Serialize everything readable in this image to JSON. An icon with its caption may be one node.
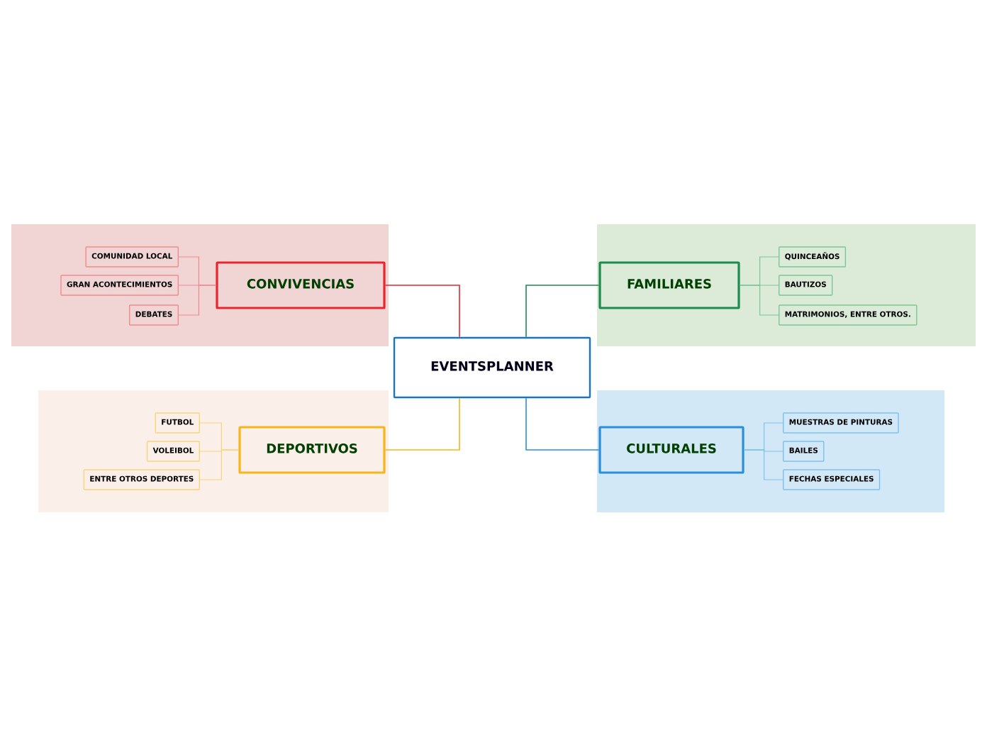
{
  "diagram": {
    "nodes": [
      {
        "text": [
          "EVENTSPLANNER"
        ]
      },
      {
        "text": [],
        "shape": "band"
      },
      {
        "text": [
          "CONVIVENCIAS"
        ],
        "in": 1
      },
      {
        "text": [
          "COMUNIDAD LOCAL"
        ],
        "in": 1
      },
      {
        "text": [
          "GRAN ACONTECIMIENTOS"
        ],
        "in": 1
      },
      {
        "text": [
          "DEBATES"
        ],
        "in": 1
      },
      {
        "text": [],
        "shape": "band"
      },
      {
        "text": [
          "FAMILIARES"
        ],
        "in": 6
      },
      {
        "text": [
          "QUINCEAÑOS"
        ],
        "in": 6
      },
      {
        "text": [
          "BAUTIZOS"
        ],
        "in": 6
      },
      {
        "text": [
          "MATRIMONIOS, ENTRE OTROS."
        ],
        "in": 6
      },
      {
        "text": [],
        "shape": "band"
      },
      {
        "text": [
          "DEPORTIVOS"
        ],
        "in": 11
      },
      {
        "text": [
          "FUTBOL"
        ],
        "in": 11
      },
      {
        "text": [
          "VOLEIBOL"
        ],
        "in": 11
      },
      {
        "text": [
          "ENTRE OTROS DEPORTES"
        ],
        "in": 11
      },
      {
        "text": [],
        "shape": "band"
      },
      {
        "text": [
          "CULTURALES"
        ],
        "in": 16
      },
      {
        "text": [
          "MUESTRAS DE PINTURAS"
        ],
        "in": 16
      },
      {
        "text": [
          "BAILES"
        ],
        "in": 16
      },
      {
        "text": [
          "FECHAS ESPECIALES"
        ],
        "in": 16
      }
    ],
    "edges": [
      {
        "from": 0,
        "to": 2,
        "arrow": "none",
        "color": "#e8262f"
      },
      {
        "from": 0,
        "to": 7,
        "arrow": "none",
        "color": "#1e8a4e"
      },
      {
        "from": 0,
        "to": 12,
        "arrow": "none",
        "color": "#f6b51c"
      },
      {
        "from": 0,
        "to": 17,
        "arrow": "none",
        "color": "#2a8fd8"
      },
      {
        "from": 2,
        "to": 3,
        "arrow": "none",
        "color": "#f08a8f"
      },
      {
        "from": 2,
        "to": 4,
        "arrow": "none",
        "color": "#f08a8f"
      },
      {
        "from": 2,
        "to": 5,
        "arrow": "none",
        "color": "#f08a8f"
      },
      {
        "from": 7,
        "to": 8,
        "arrow": "none",
        "color": "#7cc594"
      },
      {
        "from": 7,
        "to": 9,
        "arrow": "none",
        "color": "#7cc594"
      },
      {
        "from": 7,
        "to": 10,
        "arrow": "none",
        "color": "#7cc594"
      },
      {
        "from": 12,
        "to": 13,
        "arrow": "none",
        "color": "#fad47a"
      },
      {
        "from": 12,
        "to": 14,
        "arrow": "none",
        "color": "#fad47a"
      },
      {
        "from": 12,
        "to": 15,
        "arrow": "none",
        "color": "#fad47a"
      },
      {
        "from": 17,
        "to": 18,
        "arrow": "none",
        "color": "#7dc0ee"
      },
      {
        "from": 17,
        "to": 19,
        "arrow": "none",
        "color": "#7dc0ee"
      },
      {
        "from": 17,
        "to": 20,
        "arrow": "none",
        "color": "#7dc0ee"
      }
    ]
  }
}
